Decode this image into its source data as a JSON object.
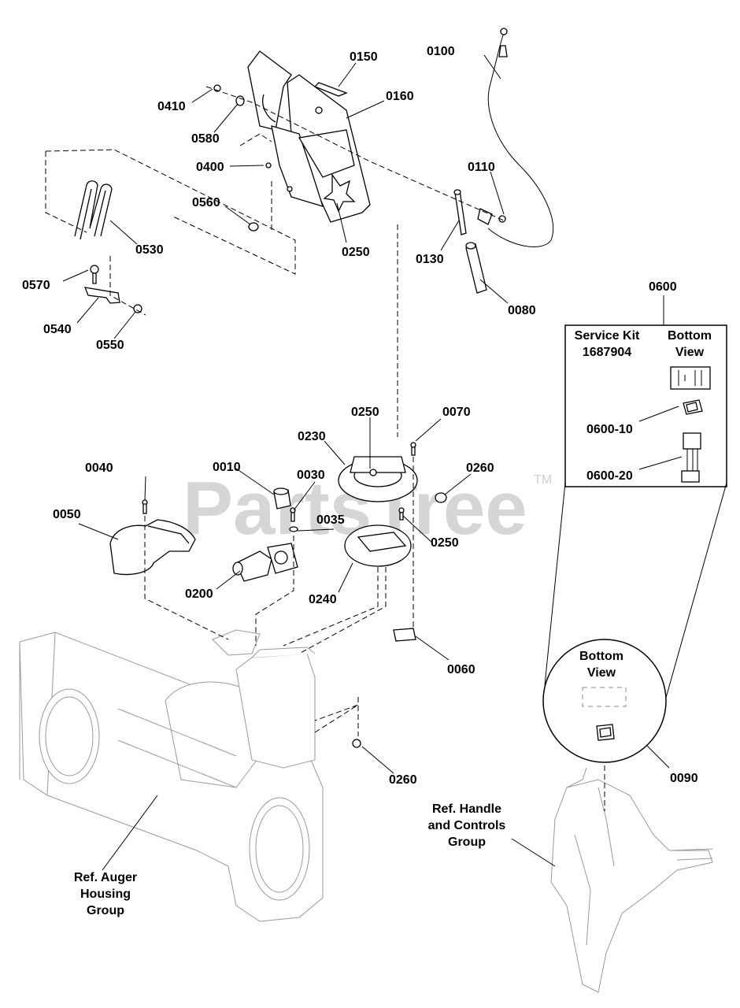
{
  "watermark": {
    "text": "PartsTree",
    "trademark": "TM"
  },
  "callouts": {
    "p0010": "0010",
    "p0030": "0030",
    "p0035": "0035",
    "p0040": "0040",
    "p0050": "0050",
    "p0060": "0060",
    "p0070": "0070",
    "p0080": "0080",
    "p0090": "0090",
    "p0100": "0100",
    "p0110": "0110",
    "p0130": "0130",
    "p0150": "0150",
    "p0160": "0160",
    "p0200": "0200",
    "p0230": "0230",
    "p0240": "0240",
    "p0250": "0250",
    "p0260": "0260",
    "p0400": "0400",
    "p0410": "0410",
    "p0530": "0530",
    "p0540": "0540",
    "p0550": "0550",
    "p0560": "0560",
    "p0570": "0570",
    "p0580": "0580",
    "p0600": "0600",
    "p0600_10": "0600-10",
    "p0600_20": "0600-20"
  },
  "service_kit": {
    "title_line1": "Service Kit",
    "title_line2": "1687904",
    "view_line1": "Bottom",
    "view_line2": "View"
  },
  "circle_inset": {
    "line1": "Bottom",
    "line2": "View"
  },
  "references": {
    "auger_line1": "Ref. Auger",
    "auger_line2": "Housing",
    "auger_line3": "Group",
    "handle_line1": "Ref. Handle",
    "handle_line2": "and Controls",
    "handle_line3": "Group"
  }
}
